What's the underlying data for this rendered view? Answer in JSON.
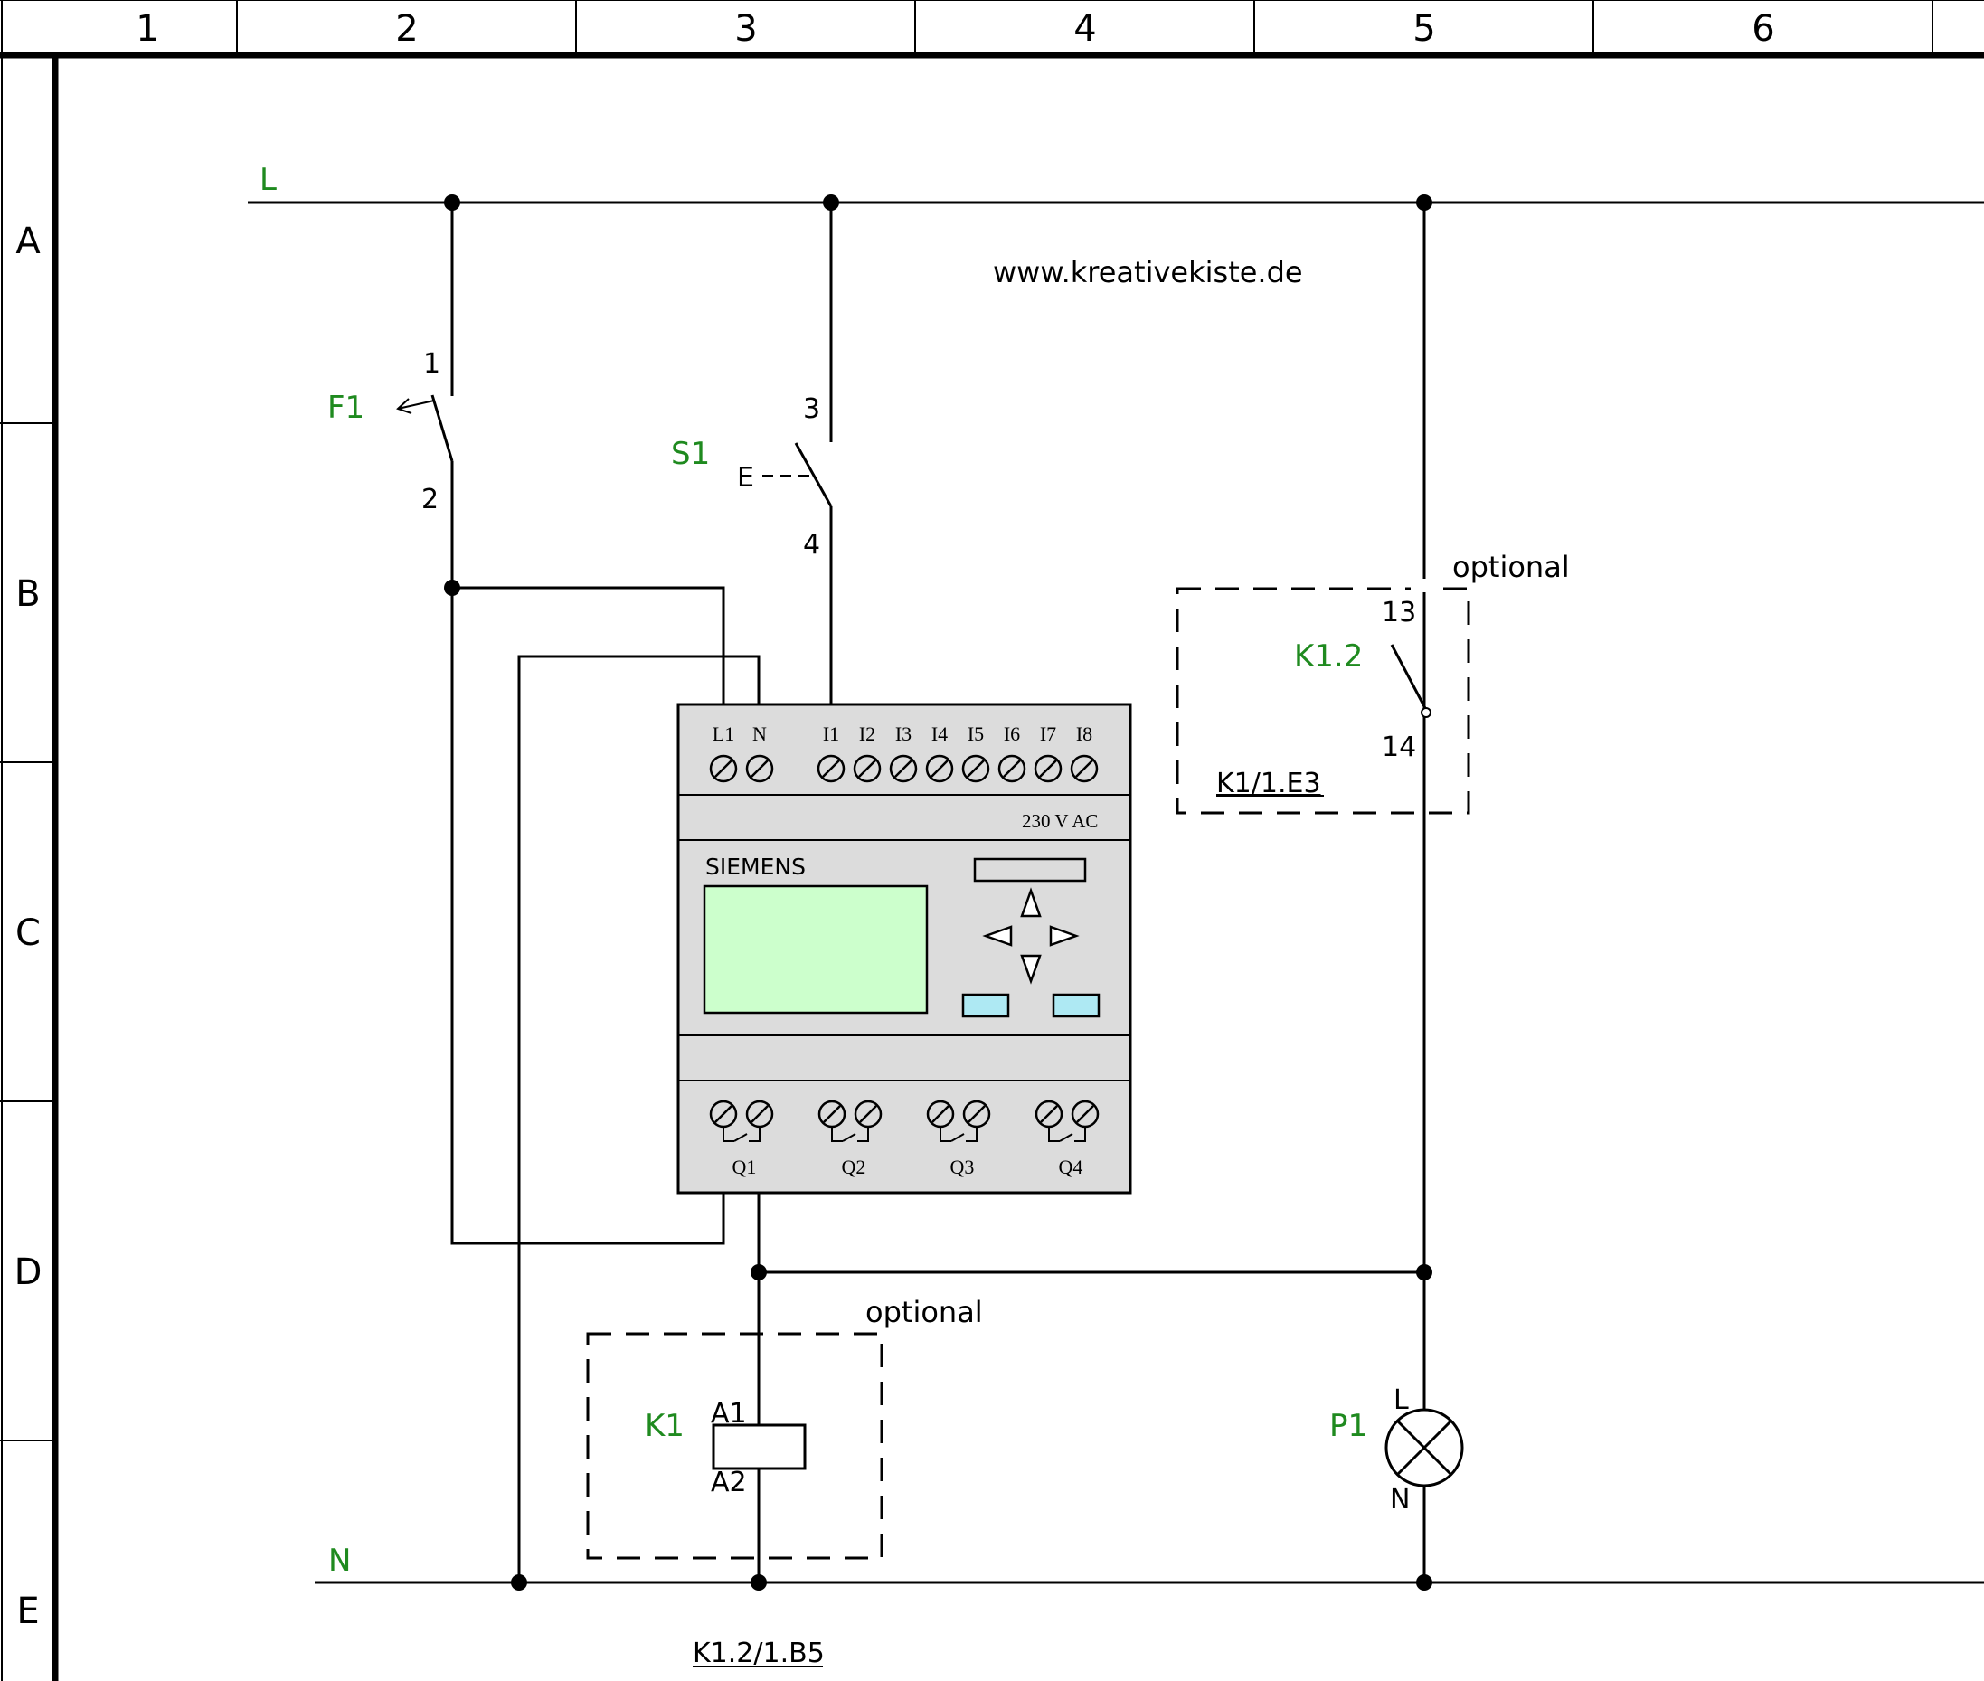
{
  "grid": {
    "columns": [
      "1",
      "2",
      "3",
      "4",
      "5",
      "6"
    ],
    "rows": [
      "A",
      "B",
      "C",
      "D",
      "E"
    ]
  },
  "rails": {
    "live": "L",
    "neutral": "N"
  },
  "watermark": "www.kreativekiste.de",
  "components": {
    "F1": {
      "tag": "F1",
      "pin_top": "1",
      "pin_bottom": "2"
    },
    "S1": {
      "tag": "S1",
      "pin_top": "3",
      "pin_bottom": "4",
      "actuator": "E"
    },
    "K1_2": {
      "tag": "K1.2",
      "pin_top": "13",
      "pin_bottom": "14",
      "crossref": "K1/1.E3",
      "note": "optional"
    },
    "K1": {
      "tag": "K1",
      "pin_top": "A1",
      "pin_bottom": "A2",
      "crossref": "K1.2/1.B5",
      "note": "optional"
    },
    "P1": {
      "tag": "P1",
      "pin_top": "L",
      "pin_bottom": "N"
    }
  },
  "plc": {
    "brand": "SIEMENS",
    "supply": "230 V AC",
    "power_terminals": [
      "L1",
      "N"
    ],
    "inputs": [
      "I1",
      "I2",
      "I3",
      "I4",
      "I5",
      "I6",
      "I7",
      "I8"
    ],
    "outputs": [
      "Q1",
      "Q2",
      "Q3",
      "Q4"
    ],
    "colors": {
      "housing": "#dcdcdc",
      "display": "#ccffcc",
      "button": "#aee9f3"
    }
  }
}
